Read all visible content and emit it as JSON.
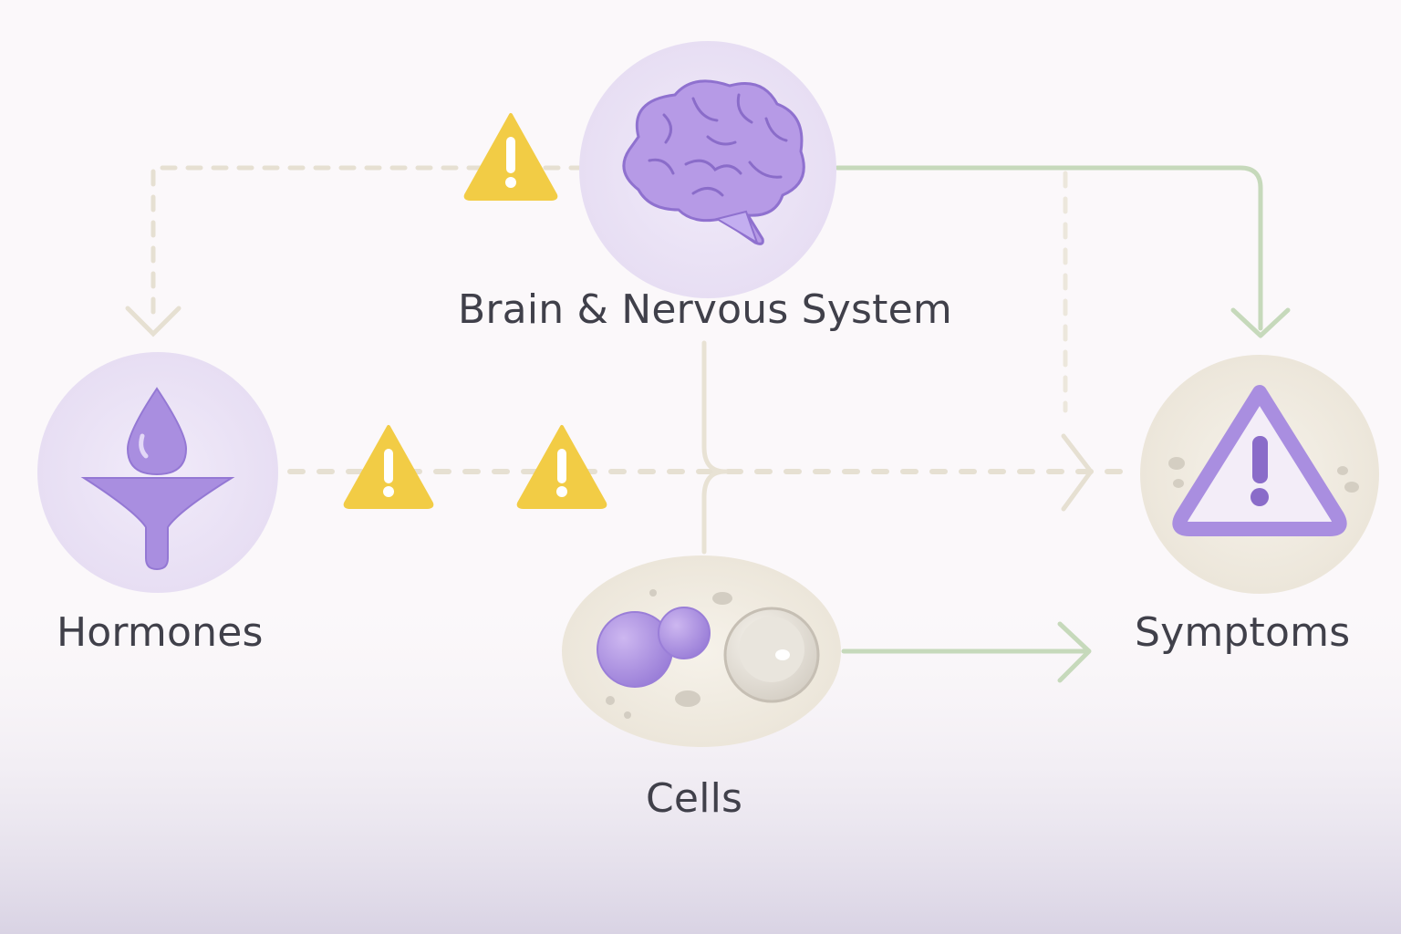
{
  "diagram": {
    "nodes": {
      "brain": {
        "label": "Brain & Nervous System",
        "icon": "brain-icon"
      },
      "hormones": {
        "label": "Hormones",
        "icon": "hormone-drop-icon"
      },
      "cells": {
        "label": "Cells",
        "icon": "cells-icon"
      },
      "symptoms": {
        "label": "Symptoms",
        "icon": "warning-triangle-icon"
      }
    },
    "connectors": [
      {
        "from": "brain",
        "to": "hormones",
        "style": "dashed",
        "warning": true
      },
      {
        "from": "brain",
        "to": "symptoms",
        "style": "solid"
      },
      {
        "from": "hormones",
        "to": "symptoms",
        "style": "dashed",
        "warnings": 2
      },
      {
        "from": "brain",
        "to": "cells",
        "style": "solid"
      },
      {
        "from": "cells",
        "to": "symptoms",
        "style": "solid"
      }
    ]
  },
  "colors": {
    "purple": "#a98ee0",
    "purple_dark": "#8a6cc9",
    "beige_line": "#e6e0d2",
    "green_line": "#bcd2b0",
    "warning_yellow": "#f2cc45",
    "text": "#40404a"
  }
}
